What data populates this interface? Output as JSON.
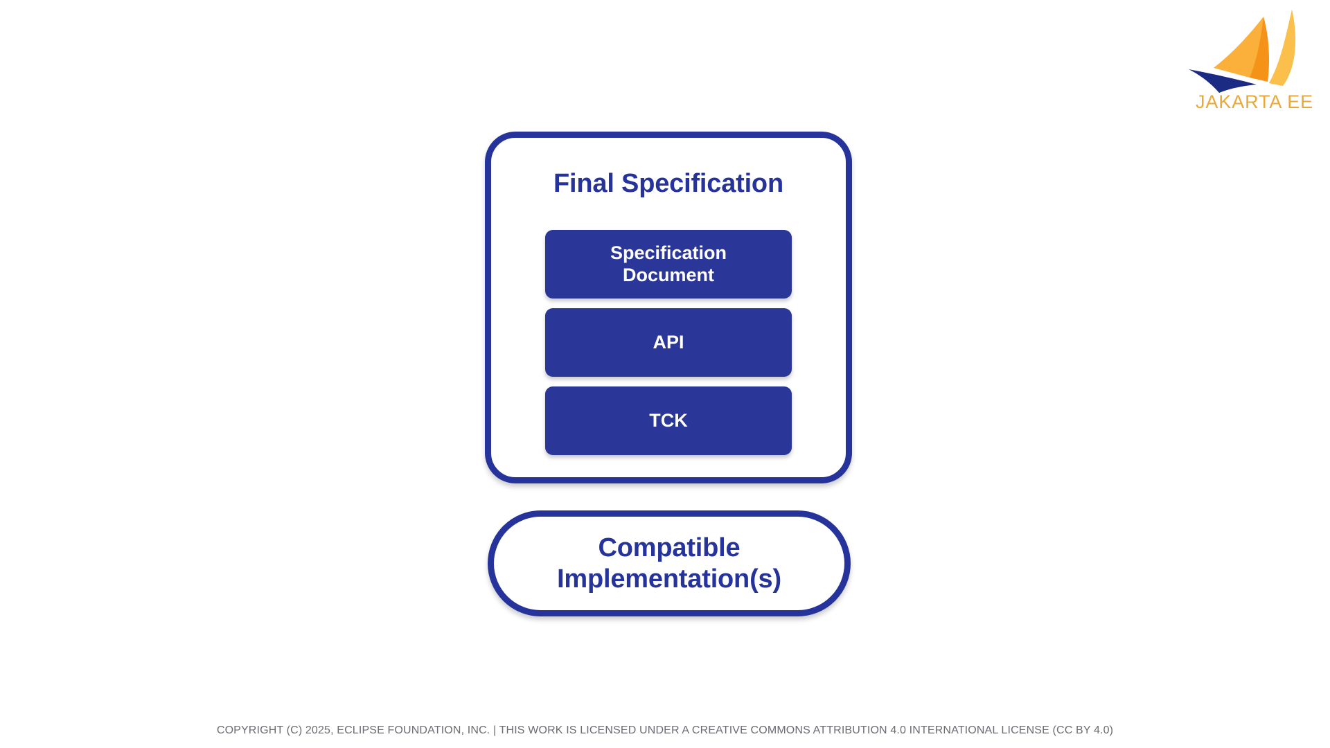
{
  "slide": {
    "background_color": "#FFFFFF",
    "accent_blue": "#25339A",
    "box_fill_blue": "#2A3799",
    "logo_amber": "#EBA83A",
    "logo_orange": "#F59319",
    "logo_navy": "#1B2A83",
    "footer_gray": "#6B6B73"
  },
  "brand": {
    "wordmark": "JAKARTA EE",
    "mark_name": "jakarta-ee-sailboat-logo"
  },
  "spec_card": {
    "title": "Final Specification",
    "artifacts": [
      {
        "label": "Specification Document",
        "lines": [
          "Specification",
          "Document"
        ]
      },
      {
        "label": "API",
        "lines": [
          "API"
        ]
      },
      {
        "label": "TCK",
        "lines": [
          "TCK"
        ]
      }
    ]
  },
  "implementation": {
    "lines": [
      "Compatible",
      "Implementation(s)"
    ],
    "label": "Compatible Implementation(s)"
  },
  "footer": {
    "text": "COPYRIGHT (C) 2025, ECLIPSE FOUNDATION, INC. | THIS WORK IS LICENSED UNDER A CREATIVE COMMONS ATTRIBUTION 4.0 INTERNATIONAL LICENSE (CC BY 4.0)"
  }
}
